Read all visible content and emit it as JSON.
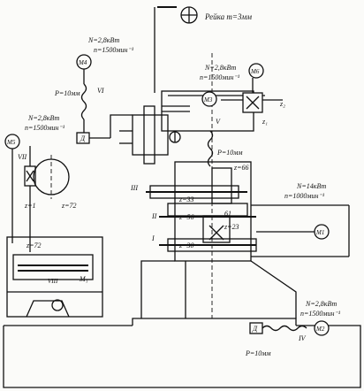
{
  "diagram": {
    "rack": {
      "text": "Рейка m=3мм"
    },
    "motors": {
      "m4": {
        "label": "M4",
        "power": "N=2,8кВт",
        "speed": "n=1500мин⁻¹"
      },
      "m5": {
        "label": "M5",
        "power": "N=2,8кВт",
        "speed": "n=1500мин⁻¹"
      },
      "m6": {
        "label": "M6",
        "power": "N=2,8кВт",
        "speed": "n=1500мин⁻¹"
      },
      "m3": {
        "label": "M3"
      },
      "m1": {
        "label": "M1",
        "power": "N=14кВт",
        "speed": "n=1000мин⁻¹"
      },
      "m2": {
        "label": "M2",
        "power": "N=2,8кВт",
        "speed": "n=1500мин⁻¹"
      }
    },
    "screws": {
      "p40": "P=10мм",
      "p10_center": "P=10мм",
      "p10_bottom": "P=10мм"
    },
    "shaft_labels": {
      "i": "I",
      "ii": "II",
      "iii": "III",
      "iv": "IV",
      "v": "V",
      "vi": "VI",
      "vii": "VII",
      "viii": "VIII"
    },
    "gears": {
      "z66": "z=66",
      "z33": "z=33",
      "z56": "z=56",
      "z61": "61",
      "z23": "z=23",
      "z30": "z=30",
      "z1_left": "z=1",
      "z72_left": "z=72",
      "z72_table": "z=72",
      "z1_top": "z₁",
      "z2_top": "z₂"
    },
    "clutches": {
      "d_top": "Д",
      "d_bottom": "Д",
      "m1_clutch": "M₁"
    }
  }
}
